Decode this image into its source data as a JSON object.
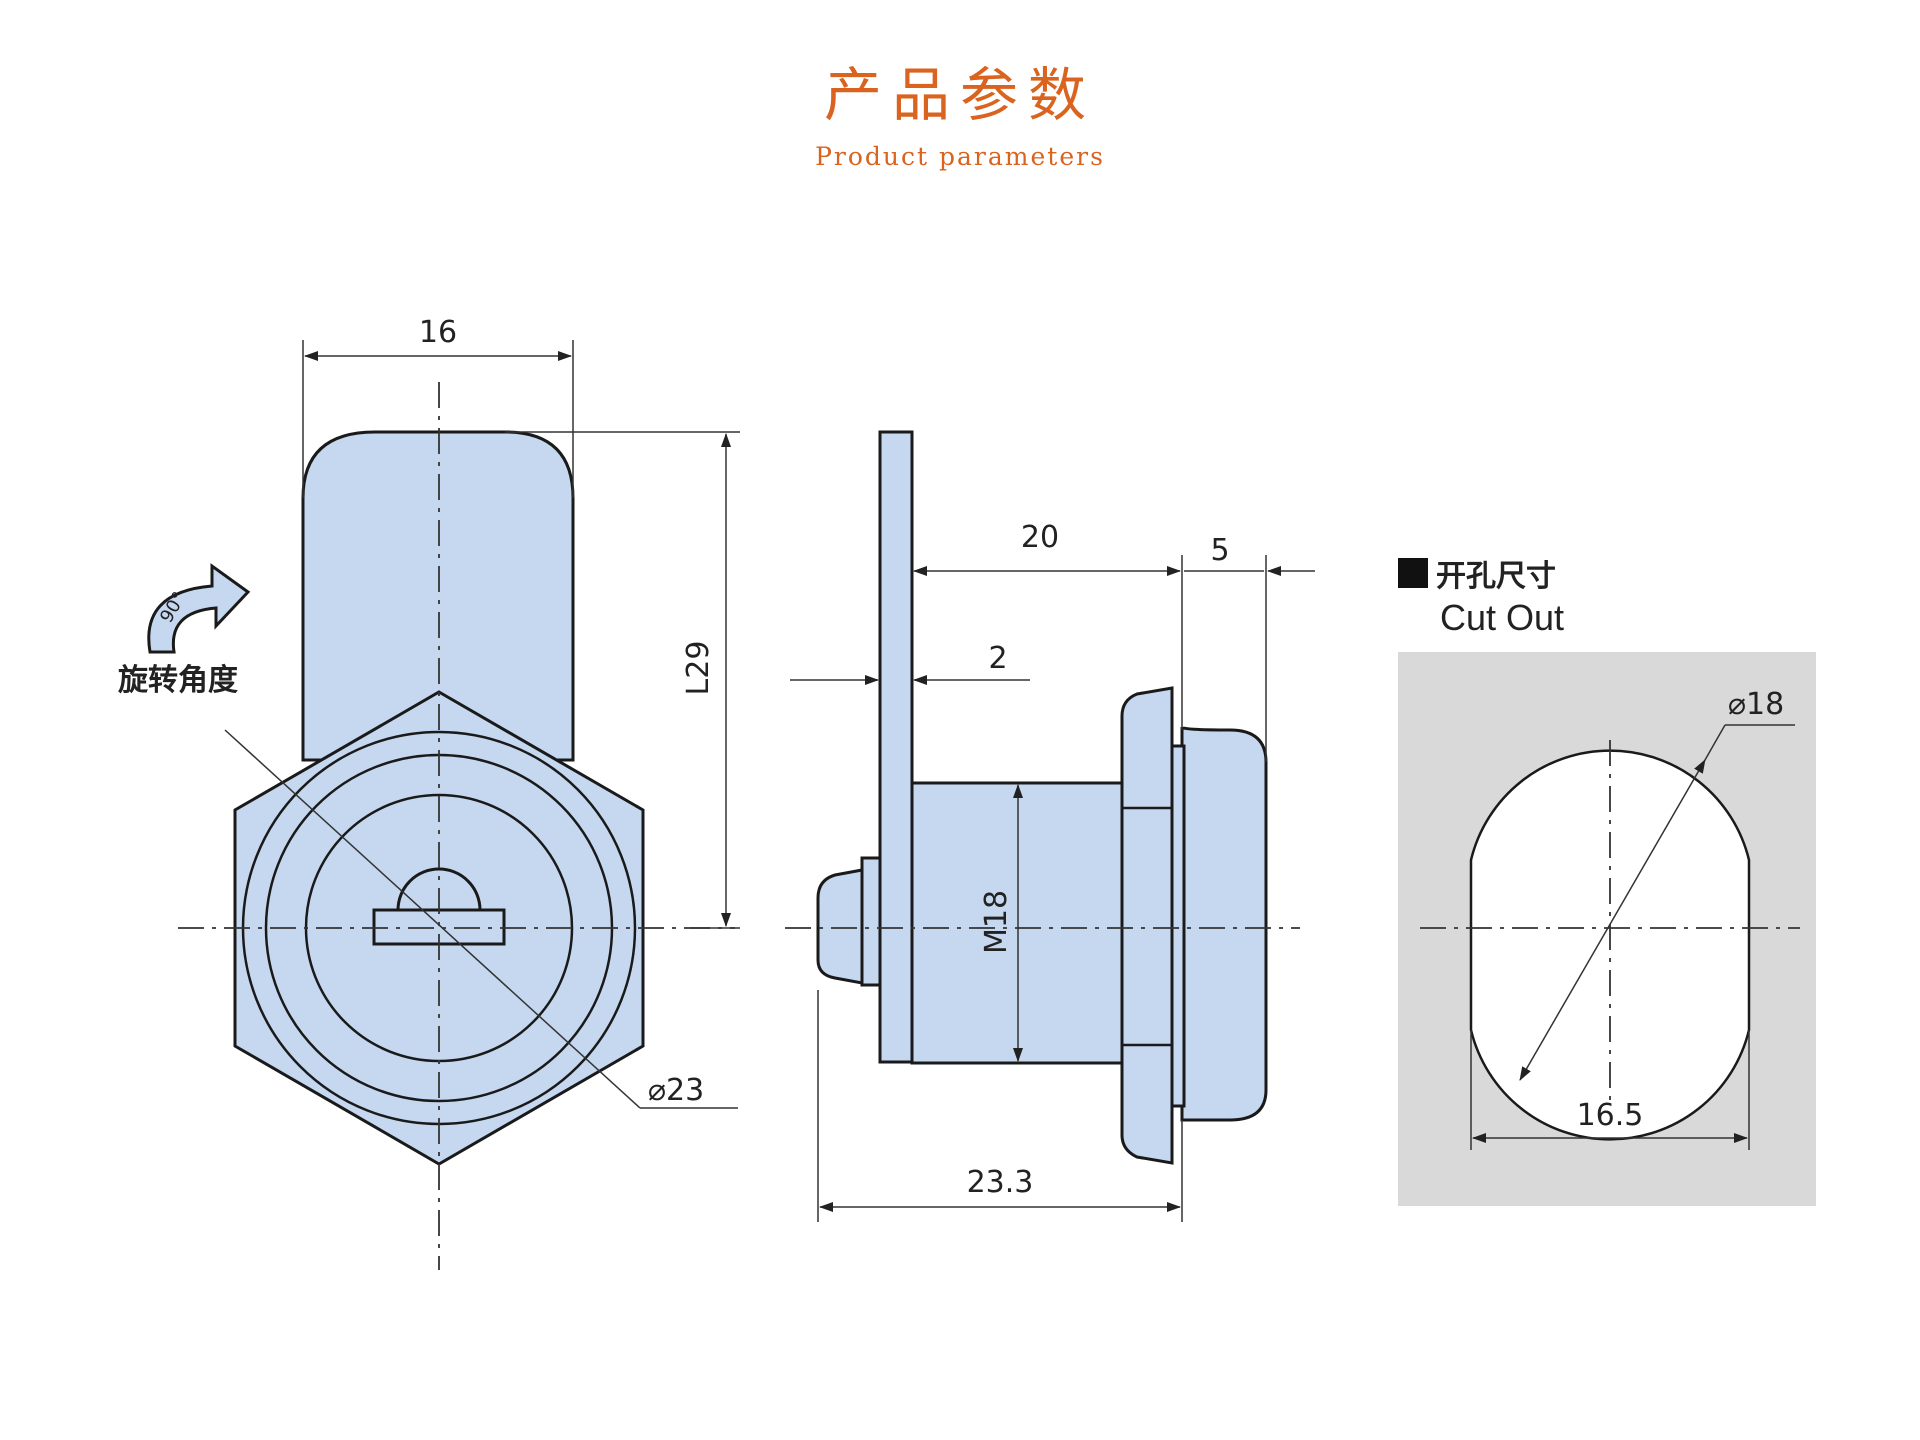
{
  "header": {
    "title_cn": "产品参数",
    "title_en": "Product parameters"
  },
  "front_view": {
    "width_label": "16",
    "length_label": "L29",
    "diameter_label": "⌀23",
    "rotation_angle": "90°",
    "rotation_label": "旋转角度"
  },
  "side_view": {
    "length_label": "20",
    "flange_label": "5",
    "thickness_label": "2",
    "thread_label": "M18",
    "total_label": "23.3"
  },
  "cutout": {
    "title_cn": "开孔尺寸",
    "title_en": "Cut Out",
    "diameter_label": "⌀18",
    "width_label": "16.5"
  },
  "colors": {
    "part_fill": "#c5d8f0",
    "title": "#d9631f",
    "cutout_bg": "#d9d9d9"
  }
}
